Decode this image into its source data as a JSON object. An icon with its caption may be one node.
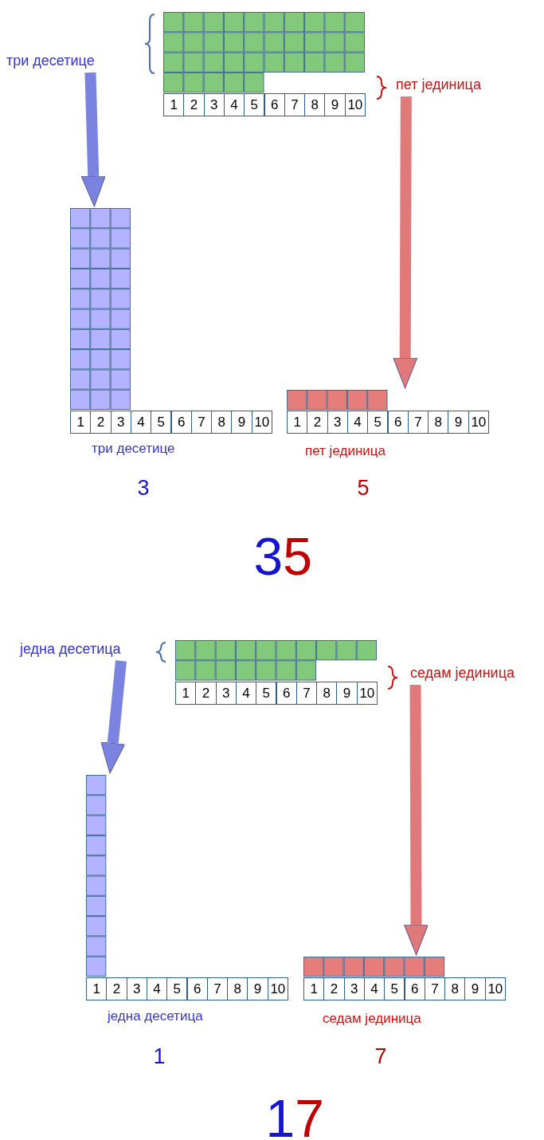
{
  "diagram": {
    "nodes": [
      {
        "text": [
          "три десетице"
        ]
      },
      {
        "text": [],
        "shape": "grid",
        "beside": [
          "1",
          "2",
          "3",
          "4",
          "5",
          "6",
          "7",
          "8",
          "9",
          "10"
        ]
      },
      {
        "text": [
          "пет јединица"
        ]
      },
      {
        "text": [],
        "shape": "grid",
        "beside": [
          "1",
          "2",
          "3",
          "4",
          "5",
          "6",
          "7",
          "8",
          "9",
          "10",
          "три десетице"
        ]
      },
      {
        "text": [],
        "shape": "grid",
        "beside": [
          "1",
          "2",
          "3",
          "4",
          "5",
          "6",
          "7",
          "8",
          "9",
          "10",
          "пет јединица"
        ]
      },
      {
        "text": [
          "једна десетица"
        ]
      },
      {
        "text": [],
        "shape": "grid",
        "beside": [
          "1",
          "2",
          "3",
          "4",
          "5",
          "6",
          "7",
          "8",
          "9",
          "10"
        ]
      },
      {
        "text": [
          "седам јединица"
        ]
      },
      {
        "text": [],
        "shape": "grid",
        "beside": [
          "1",
          "2",
          "3",
          "4",
          "5",
          "6",
          "7",
          "8",
          "9",
          "10",
          "једна десетица"
        ]
      },
      {
        "text": [],
        "shape": "grid",
        "beside": [
          "1",
          "2",
          "3",
          "4",
          "5",
          "6",
          "7",
          "8",
          "9",
          "10",
          "седам јединица"
        ]
      }
    ],
    "edges": [
      {
        "from": 0,
        "to": 3,
        "arrow": "to",
        "color": "#7b83e0"
      },
      {
        "from": 2,
        "to": 4,
        "arrow": "to",
        "color": "#e07a7a"
      },
      {
        "from": 5,
        "to": 8,
        "arrow": "to",
        "color": "#7b83e0"
      },
      {
        "from": 7,
        "to": 9,
        "arrow": "to",
        "color": "#e07a7a"
      }
    ],
    "labels": [
      "3",
      "5",
      "35",
      "1",
      "7",
      "17"
    ]
  }
}
